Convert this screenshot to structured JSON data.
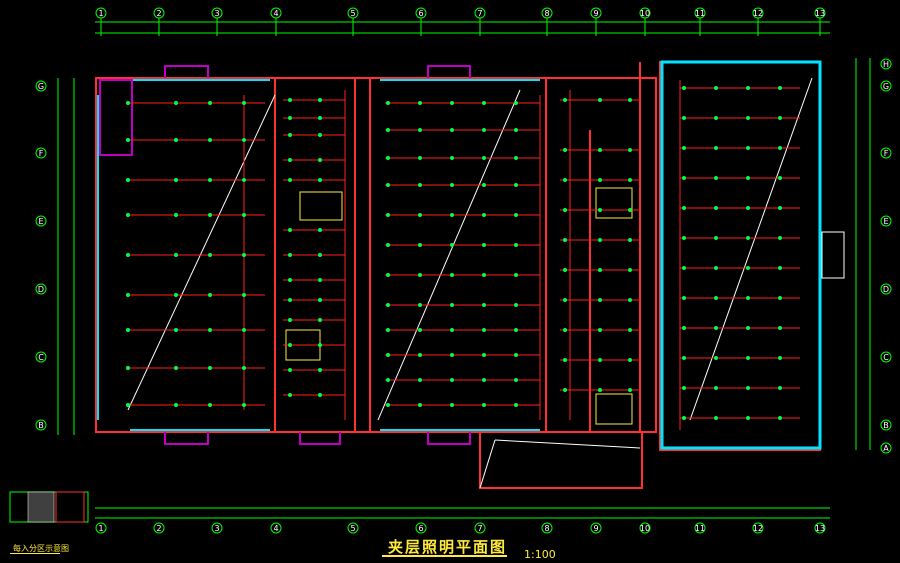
{
  "drawing": {
    "title": "夹层照明平面图",
    "scale": "1:100",
    "keymap_label": "每入分区示意图"
  },
  "grid": {
    "columns": [
      "1",
      "2",
      "3",
      "4",
      "5",
      "6",
      "7",
      "8",
      "9",
      "10",
      "11",
      "12",
      "13"
    ],
    "rows": [
      "G",
      "F",
      "E",
      "D",
      "C",
      "B"
    ],
    "right_rows": [
      "H",
      "G",
      "F",
      "E",
      "D",
      "C",
      "B",
      "A"
    ]
  },
  "colors": {
    "wall": "#ff3030",
    "grid": "#00ff00",
    "circuit": "#ff2020",
    "fixture": "#00ff40",
    "window": "#00e5ff",
    "door": "#c000c0",
    "text": "#ffffff",
    "annotation": "#ffeb3b"
  }
}
